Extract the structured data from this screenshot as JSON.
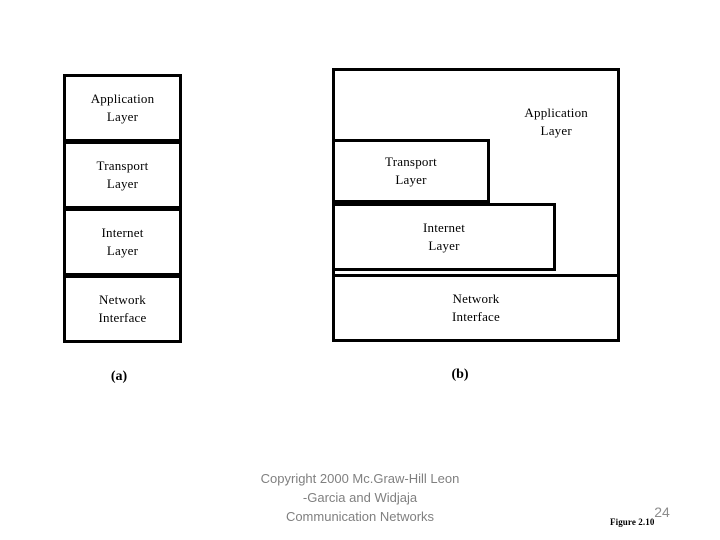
{
  "slide": {
    "background_color": "#ffffff",
    "line_color": "#000000"
  },
  "diagram_a": {
    "caption": "(a)",
    "layers": [
      {
        "name": "application",
        "label": "Application\nLayer"
      },
      {
        "name": "transport",
        "label": "Transport\nLayer"
      },
      {
        "name": "internet",
        "label": "Internet\nLayer"
      },
      {
        "name": "network",
        "label": "Network\nInterface"
      }
    ]
  },
  "diagram_b": {
    "caption": "(b)",
    "layers": [
      {
        "name": "application",
        "label": "Application\nLayer"
      },
      {
        "name": "transport",
        "label": "Transport\nLayer"
      },
      {
        "name": "internet",
        "label": "Internet\nLayer"
      },
      {
        "name": "network",
        "label": "Network\nInterface"
      }
    ]
  },
  "footer": {
    "copyright": "Copyright 2000 Mc.Graw-Hill Leon\n-Garcia and Widjaja\nCommunication Networks",
    "copyright_color": "#808080",
    "page_number": "24",
    "figure_label": "Figure 2.10"
  }
}
